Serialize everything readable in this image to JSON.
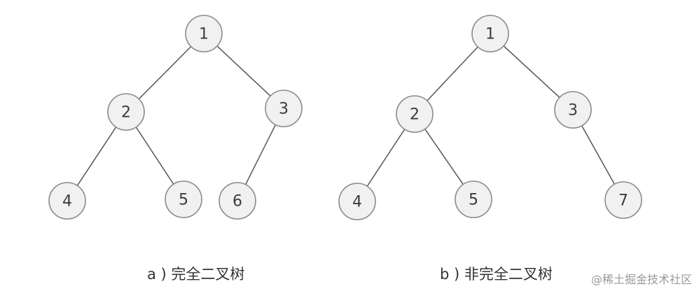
{
  "trees": [
    {
      "caption": "a ) 完全二叉树",
      "nodes": [
        "1",
        "2",
        "3",
        "4",
        "5",
        "6"
      ],
      "edges": [
        [
          "1",
          "2"
        ],
        [
          "1",
          "3"
        ],
        [
          "2",
          "4"
        ],
        [
          "2",
          "5"
        ],
        [
          "3",
          "6"
        ]
      ]
    },
    {
      "caption": "b ) 非完全二叉树",
      "nodes": [
        "1",
        "2",
        "3",
        "4",
        "5",
        "7"
      ],
      "edges": [
        [
          "1",
          "2"
        ],
        [
          "1",
          "3"
        ],
        [
          "2",
          "4"
        ],
        [
          "2",
          "5"
        ],
        [
          "3",
          "7"
        ]
      ]
    }
  ],
  "watermark": "@稀土掘金技术社区",
  "colors": {
    "node_fill": "#f1f1f1",
    "node_stroke": "#8a8a8a",
    "edge": "#555555",
    "text": "#3c3c3c"
  }
}
